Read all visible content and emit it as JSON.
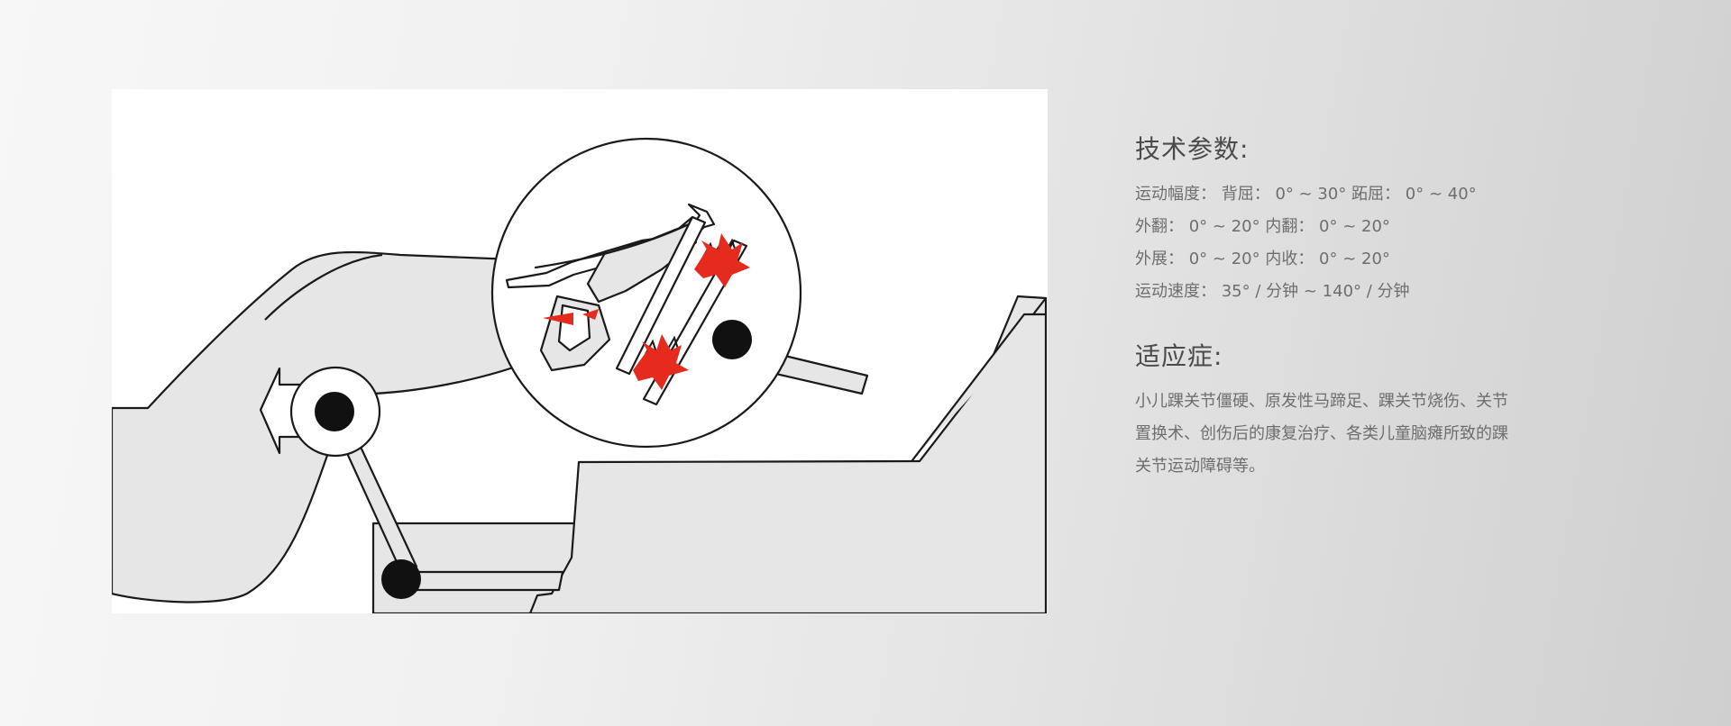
{
  "specs": {
    "title": "技术参数:",
    "lines": [
      "运动幅度： 背屈： 0° ~ 30° 跖屈： 0° ~ 40°",
      "外翻： 0° ~ 20° 内翻： 0° ~ 20°",
      "外展： 0° ~ 20° 内收： 0° ~ 20°",
      "运动速度： 35° / 分钟 ~ 140° / 分钟"
    ]
  },
  "indications": {
    "title": "适应症:",
    "text": "小儿踝关节僵硬、原发性马蹄足、踝关节烧伤、关节置换术、创伤后的康复治疗、各类儿童脑瘫所致的踝关节运动障碍等。"
  },
  "colors": {
    "limb_fill": "#e6e6e6",
    "outline": "#1a1a1a",
    "joint": "#111111",
    "force_arrow": "#e52b1e",
    "text": "#6e6e6e",
    "title": "#4a4a4a"
  }
}
